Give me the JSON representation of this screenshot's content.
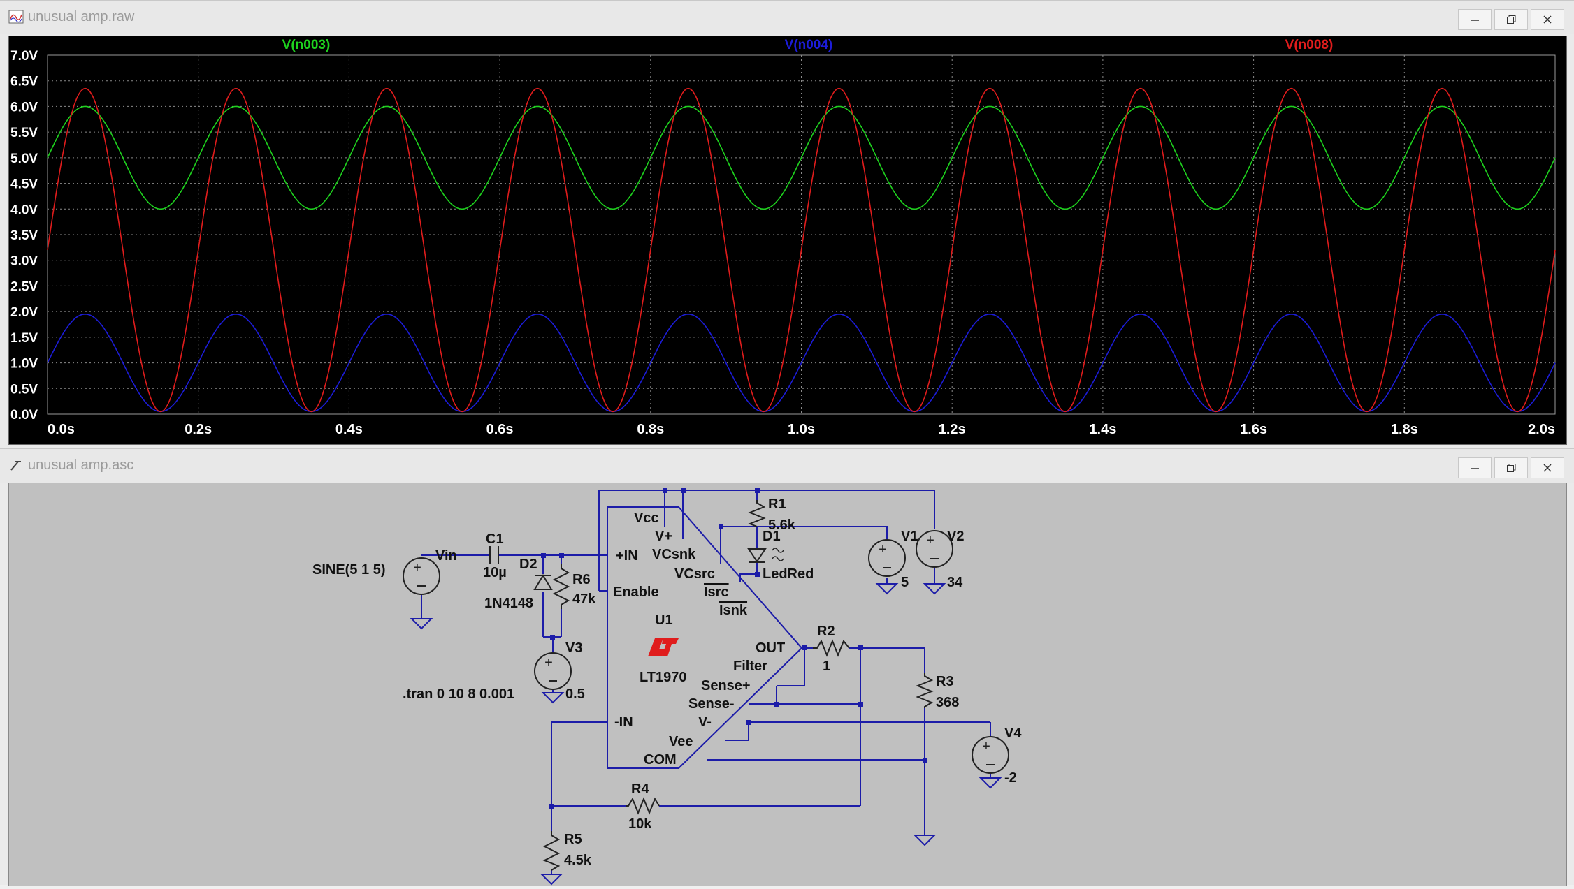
{
  "plot_window": {
    "title": "unusual amp.raw",
    "traces": [
      {
        "name": "V(n003)",
        "color": "#1ed21e"
      },
      {
        "name": "V(n004)",
        "color": "#1c1cd8"
      },
      {
        "name": "V(n008)",
        "color": "#e01c1c"
      }
    ]
  },
  "chart_data": {
    "type": "line",
    "xlabel": "",
    "ylabel": "",
    "xlim": [
      0,
      2.0
    ],
    "ylim": [
      0,
      7.0
    ],
    "x_ticks": [
      "0.0s",
      "0.2s",
      "0.4s",
      "0.6s",
      "0.8s",
      "1.0s",
      "1.2s",
      "1.4s",
      "1.6s",
      "1.8s",
      "2.0s"
    ],
    "y_ticks": [
      "0.0V",
      "0.5V",
      "1.0V",
      "1.5V",
      "2.0V",
      "2.5V",
      "3.0V",
      "3.5V",
      "4.0V",
      "4.5V",
      "5.0V",
      "5.5V",
      "6.0V",
      "6.5V",
      "7.0V"
    ],
    "grid": true,
    "series": [
      {
        "name": "V(n003)",
        "color": "#1ed21e",
        "waveform": "sine",
        "offset": 5.0,
        "amplitude": 1.0,
        "frequency_hz": 5,
        "phase_deg": 0
      },
      {
        "name": "V(n004)",
        "color": "#1c1cd8",
        "waveform": "sine",
        "offset": 1.0,
        "amplitude": 0.95,
        "frequency_hz": 5,
        "phase_deg": 0
      },
      {
        "name": "V(n008)",
        "color": "#e01c1c",
        "waveform": "sine",
        "offset": 3.2,
        "amplitude": 3.15,
        "frequency_hz": 5,
        "phase_deg": 0
      }
    ]
  },
  "schematic_window": {
    "title": "unusual amp.asc",
    "source_label": "SINE(5 1 5)",
    "net_vin": "Vin",
    "c1": {
      "name": "C1",
      "value": "10µ"
    },
    "d2": {
      "name": "D2",
      "value": "1N4148"
    },
    "r6": {
      "name": "R6",
      "value": "47k"
    },
    "v3": {
      "name": "V3",
      "value": "0.5"
    },
    "tran_directive": ".tran 0 10 8 0.001",
    "u1": {
      "name": "U1",
      "part": "LT1970",
      "pins": {
        "vcc": "Vcc",
        "vplus": "V+",
        "vcsnk": "VCsnk",
        "pin_in": "+IN",
        "vcsrc": "VCsrc",
        "isrc": "Isrc",
        "isnk": "Isnk",
        "enable": "Enable",
        "out": "OUT",
        "filter": "Filter",
        "sense_plus": "Sense+",
        "sense_minus": "Sense-",
        "nin": "-IN",
        "vminus": "V-",
        "vee": "Vee",
        "com": "COM"
      }
    },
    "r1": {
      "name": "R1",
      "value": "5.6k"
    },
    "d1": {
      "name": "D1",
      "value": "LedRed"
    },
    "v1": {
      "name": "V1",
      "value": "5"
    },
    "v2": {
      "name": "V2",
      "value": "34"
    },
    "r2": {
      "name": "R2",
      "value": "1"
    },
    "r3": {
      "name": "R3",
      "value": "368"
    },
    "v4": {
      "name": "V4",
      "value": "-2"
    },
    "r4": {
      "name": "R4",
      "value": "10k"
    },
    "r5": {
      "name": "R5",
      "value": "4.5k"
    }
  }
}
